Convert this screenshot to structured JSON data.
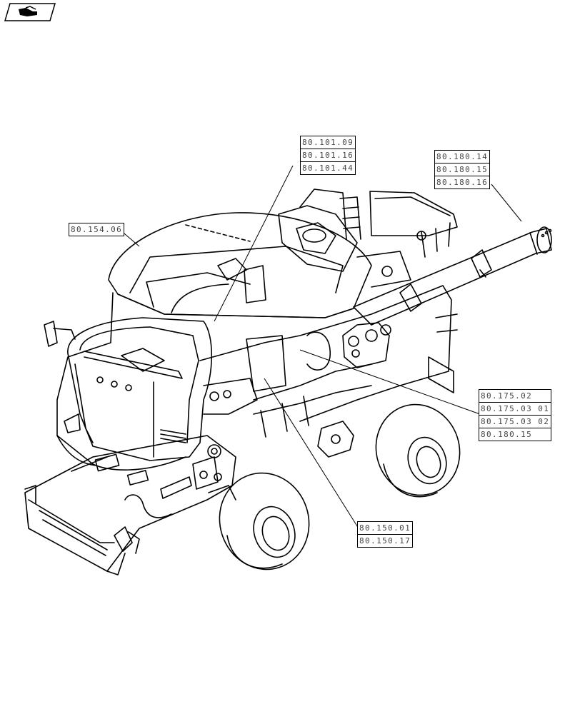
{
  "callouts": {
    "grain_tank_group": [
      "80.101.09",
      "80.101.16",
      "80.101.44"
    ],
    "unloading_auger_group": [
      "80.180.14",
      "80.180.15",
      "80.180.16"
    ],
    "grain_tank_extension": [
      "80.154.06"
    ],
    "elevator_group": [
      "80.175.02",
      "80.175.03 01",
      "80.175.03 02",
      "80.180.15"
    ],
    "feeder_group": [
      "80.150.01",
      "80.150.17"
    ]
  },
  "colors": {
    "line": "#000000",
    "text": "#444444",
    "background": "#ffffff"
  },
  "icons": {
    "corner_badge": "book-hand-icon"
  }
}
